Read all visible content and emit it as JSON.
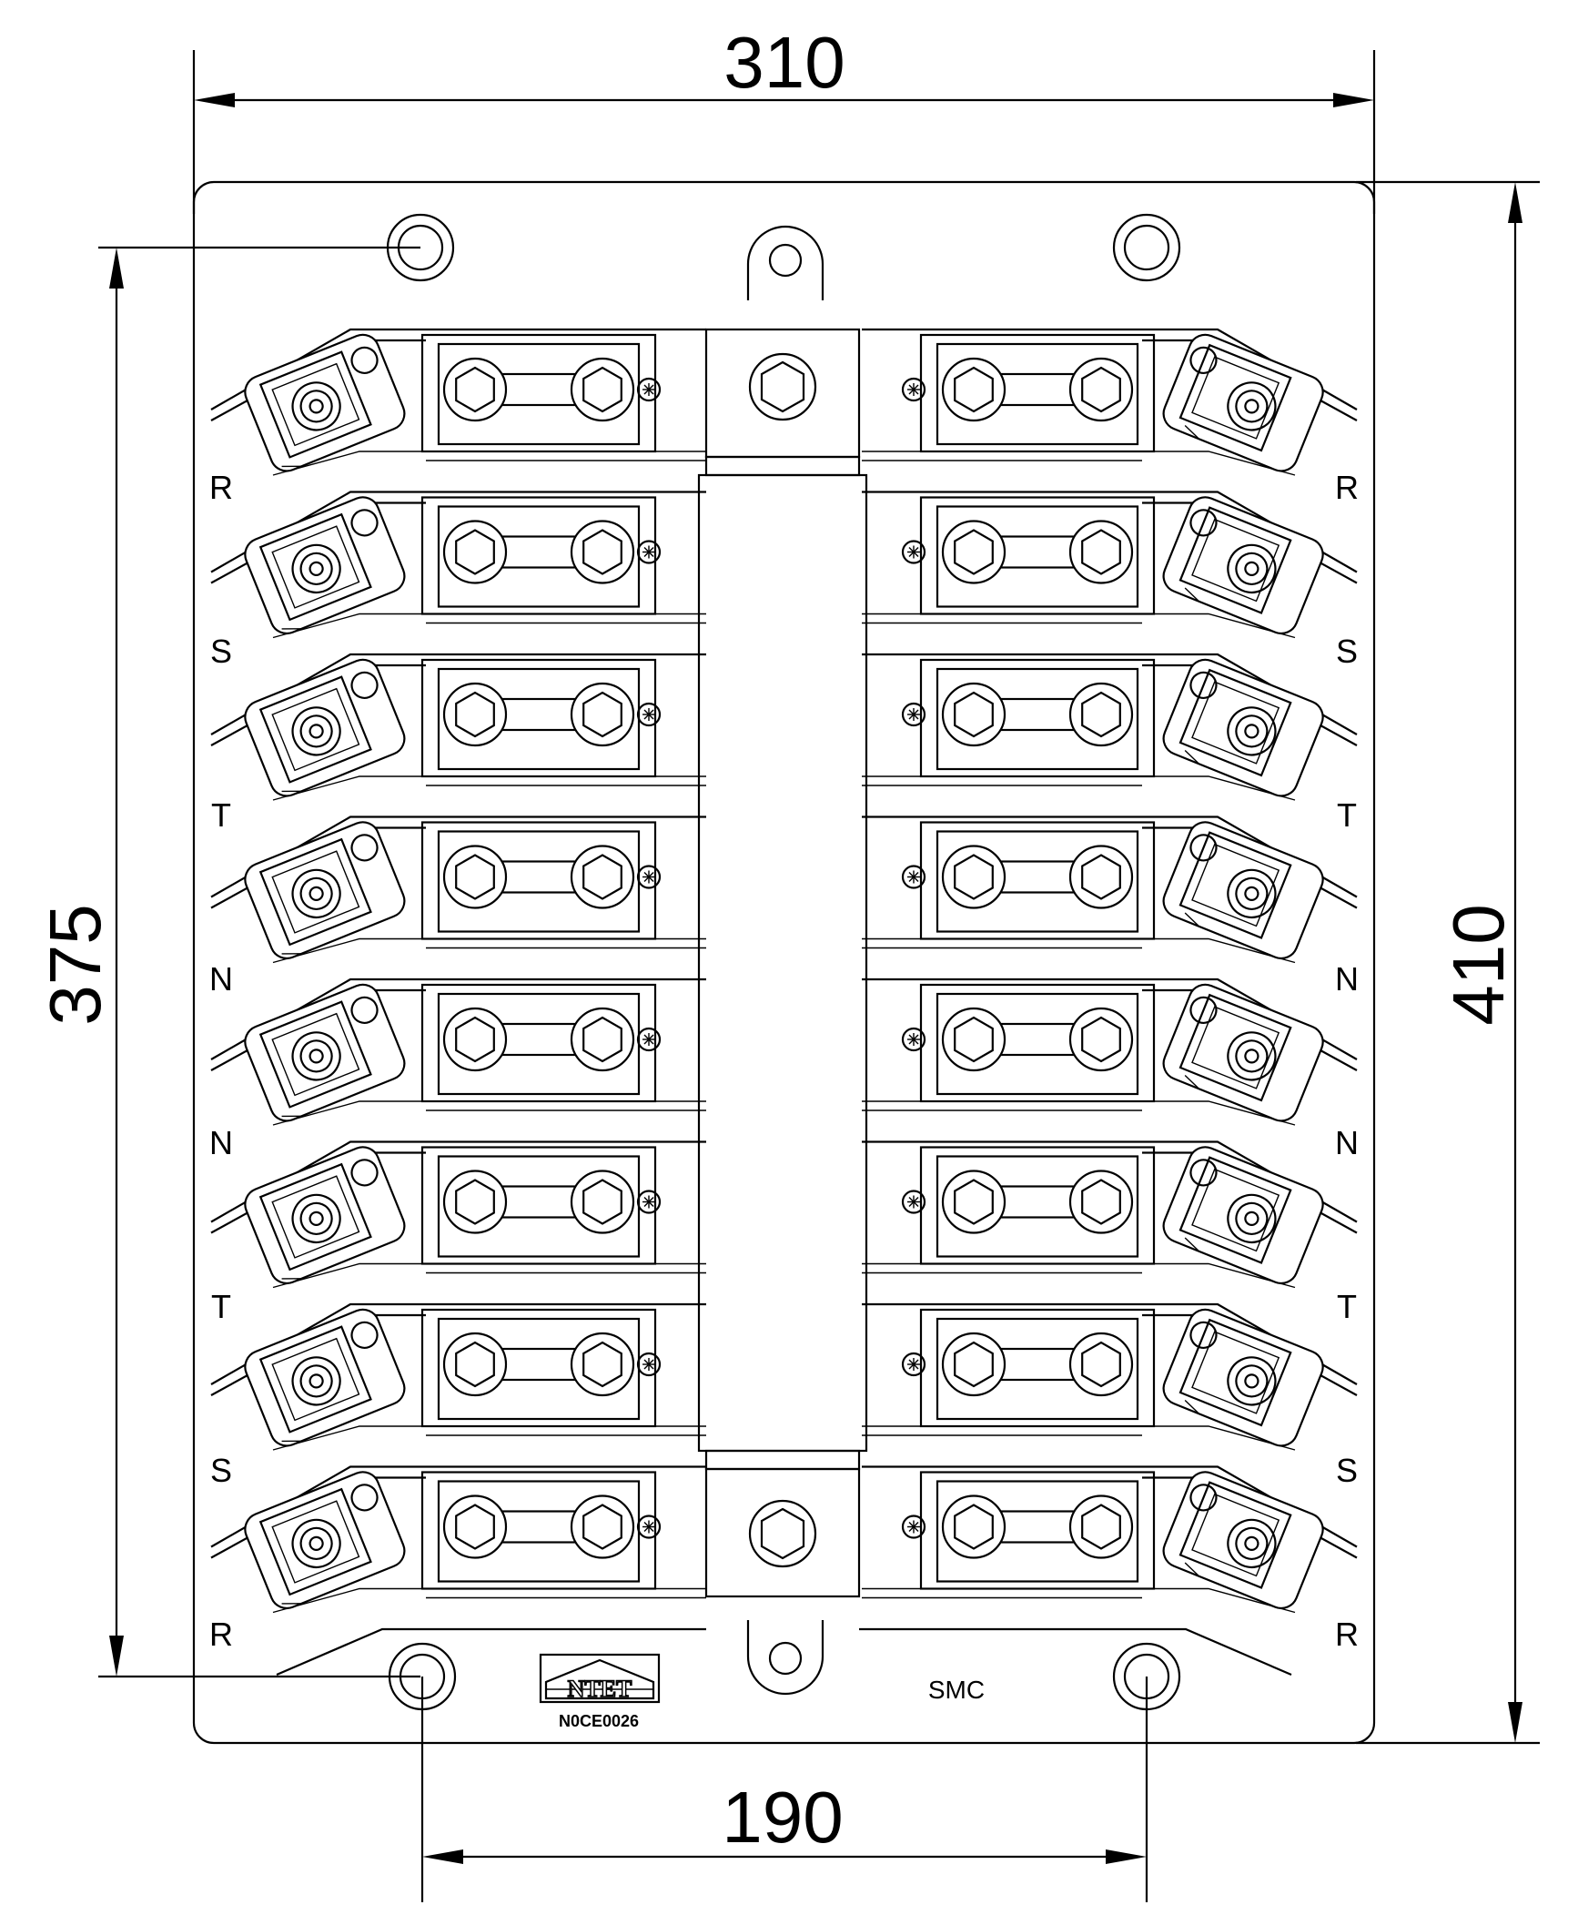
{
  "dimensions": {
    "width_top": "310",
    "height_left": "375",
    "height_right": "410",
    "hole_spacing_bottom": "190"
  },
  "phase_labels_left": [
    "R",
    "S",
    "T",
    "N",
    "N",
    "T",
    "S",
    "R"
  ],
  "phase_labels_right": [
    "R",
    "S",
    "T",
    "N",
    "N",
    "T",
    "S",
    "R"
  ],
  "logo_text": "NTET",
  "part_code": "N0CE0026",
  "maker_mark": "SMC",
  "colors": {
    "line": "#000000",
    "background": "#ffffff"
  }
}
